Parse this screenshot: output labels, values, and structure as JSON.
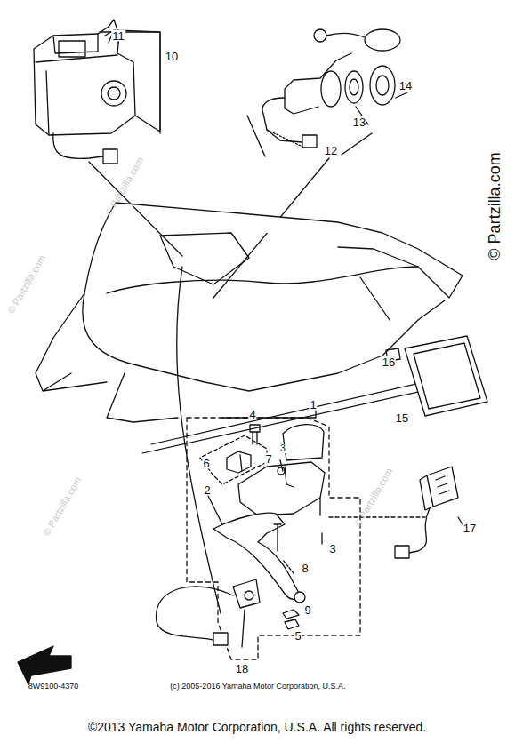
{
  "diagram": {
    "caption": "©2013 Yamaha Motor Corporation, U.S.A. All rights reserved.",
    "labels": [
      "11",
      "10",
      "14",
      "13",
      "12",
      "16",
      "15",
      "1",
      "4",
      "6",
      "7",
      "3",
      "2",
      "8",
      "3",
      "9",
      "5",
      "17",
      "18",
      "8W9100-4370",
      "(c) 2005-2016 Yamaha Motor Corporation, U.S.A.",
      "© Partzilla.com",
      "© Partzilla.com",
      "© Partzilla.com",
      "© Partzilla.com",
      "© Partzilla.com"
    ]
  }
}
